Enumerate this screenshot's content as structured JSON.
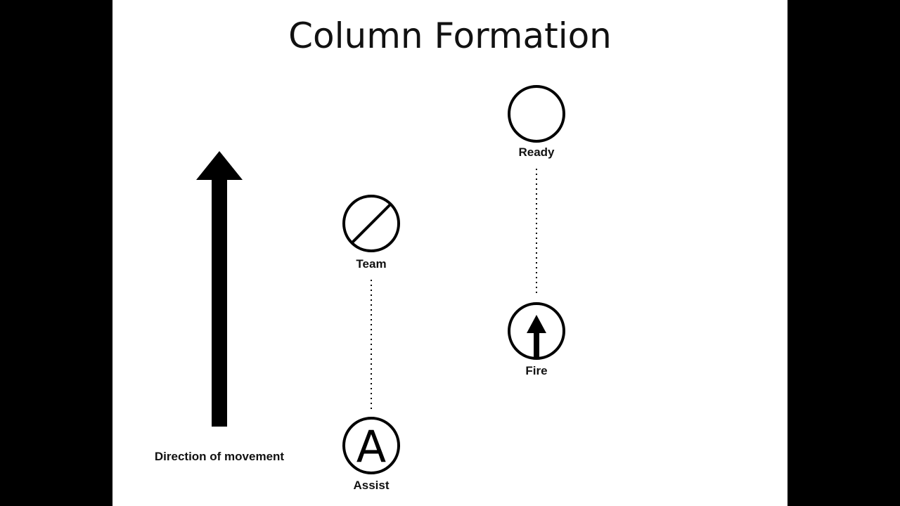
{
  "slide": {
    "title": "Column Formation",
    "background_color": "#ffffff",
    "frame_color": "#000000"
  },
  "arrow": {
    "label": "Direction of movement",
    "icon": "up-arrow-icon"
  },
  "positions": [
    {
      "id": "ready",
      "label": "Ready",
      "icon": "empty-circle-icon"
    },
    {
      "id": "team",
      "label": "Team",
      "icon": "slashed-circle-icon"
    },
    {
      "id": "fire",
      "label": "Fire",
      "icon": "circled-arrow-icon"
    },
    {
      "id": "assist",
      "label": "Assist",
      "icon": "circled-letter-a-icon"
    }
  ],
  "assist_symbol_letter": "A",
  "links": [
    {
      "from": "team",
      "to": "assist",
      "style": "dotted"
    },
    {
      "from": "ready",
      "to": "fire",
      "style": "dotted"
    }
  ]
}
